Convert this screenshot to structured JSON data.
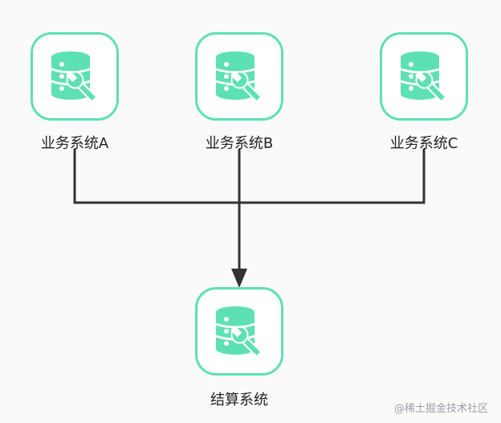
{
  "diagram": {
    "nodes": [
      {
        "id": "a",
        "label": "业务系统A",
        "icon": "database-wrench-icon"
      },
      {
        "id": "b",
        "label": "业务系统B",
        "icon": "database-wrench-icon"
      },
      {
        "id": "c",
        "label": "业务系统C",
        "icon": "database-wrench-icon"
      },
      {
        "id": "settle",
        "label": "结算系统",
        "icon": "database-wrench-icon"
      }
    ],
    "edges": [
      {
        "from": "a",
        "to": "settle"
      },
      {
        "from": "b",
        "to": "settle"
      },
      {
        "from": "c",
        "to": "settle"
      }
    ],
    "colors": {
      "accent": "#5de0b4",
      "line": "#333333",
      "text": "#222222"
    }
  },
  "watermark": "@稀土掘金技术社区"
}
